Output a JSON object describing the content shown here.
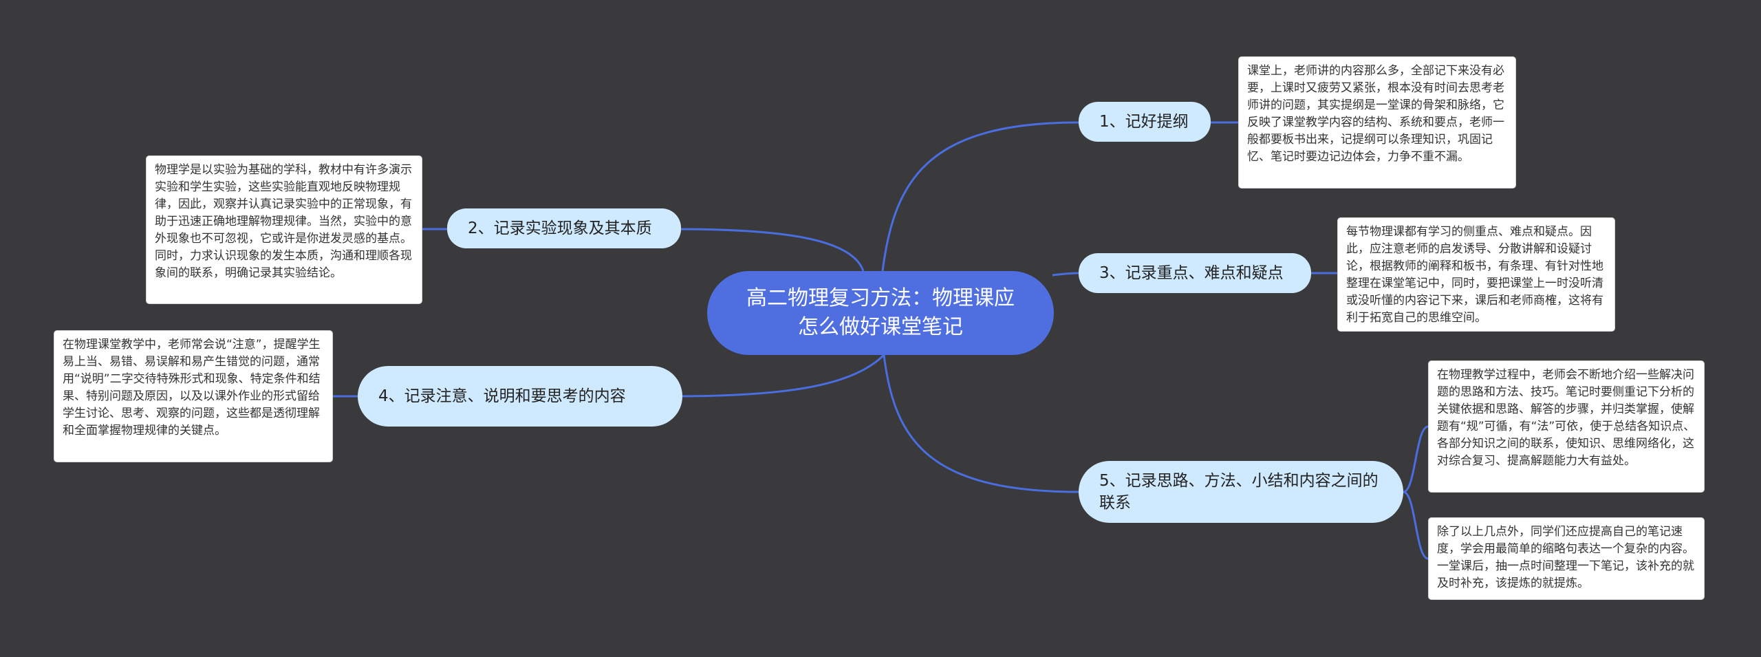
{
  "root": {
    "title": "高二物理复习方法：物理课应怎么做好课堂笔记"
  },
  "branches": [
    {
      "label": "1、记好提纲"
    },
    {
      "label": "2、记录实验现象及其本质"
    },
    {
      "label": "3、记录重点、难点和疑点"
    },
    {
      "label": "4、记录注意、说明和要思考的内容"
    },
    {
      "label": "5、记录思路、方法、小结和内容之间的联系"
    }
  ],
  "details": [
    {
      "text": "课堂上，老师讲的内容那么多，全部记下来没有必要，上课时又疲劳又紧张，根本没有时间去思考老师讲的问题，其实提纲是一堂课的骨架和脉络，它反映了课堂教学内容的结构、系统和要点，老师一般都要板书出来，记提纲可以条理知识，巩固记忆、笔记时要边记边体会，力争不重不漏。"
    },
    {
      "text": "物理学是以实验为基础的学科，教材中有许多演示实验和学生实验，这些实验能直观地反映物理规律，因此，观察并认真记录实验中的正常现象，有助于迅速正确地理解物理规律。当然，实验中的意外现象也不可忽视，它或许是你迸发灵感的基点。同时，力求认识现象的发生本质，沟通和理顺各现象间的联系，明确记录其实验结论。"
    },
    {
      "text": "每节物理课都有学习的侧重点、难点和疑点。因此，应注意老师的启发诱导、分散讲解和设疑讨论，根据教师的阐释和板书，有条理、有针对性地整理在课堂笔记中，同时，要把课堂上一时没听清或没听懂的内容记下来，课后和老师商榷，这将有利于拓宽自己的思维空间。"
    },
    {
      "text": "在物理课堂教学中，老师常会说“注意”，提醒学生易上当、易错、易误解和易产生错觉的问题，通常用“说明”二字交待特殊形式和现象、特定条件和结果、特别问题及原因，以及以课外作业的形式留给学生讨论、思考、观察的问题，这些都是透彻理解和全面掌握物理规律的关键点。"
    },
    {
      "text": "在物理教学过程中，老师会不断地介绍一些解决问题的思路和方法、技巧。笔记时要侧重记下分析的关键依据和思路、解答的步骤，并归类掌握，使解题有“规”可循，有“法”可依，使于总结各知识点、各部分知识之间的联系，使知识、思维网络化，这对综合复习、提高解题能力大有益处。"
    },
    {
      "text": "除了以上几点外，同学们还应提高自己的笔记速度，学会用最简单的缩略句表达一个复杂的内容。一堂课后，抽一点时间整理一下笔记，该补充的就及时补充，该提炼的就提炼。"
    }
  ],
  "colors": {
    "background": "#3a393c",
    "root": "#4f6fe0",
    "branch": "#cfeaff",
    "connector": "#4a6ee0",
    "detail": "#ffffff"
  }
}
